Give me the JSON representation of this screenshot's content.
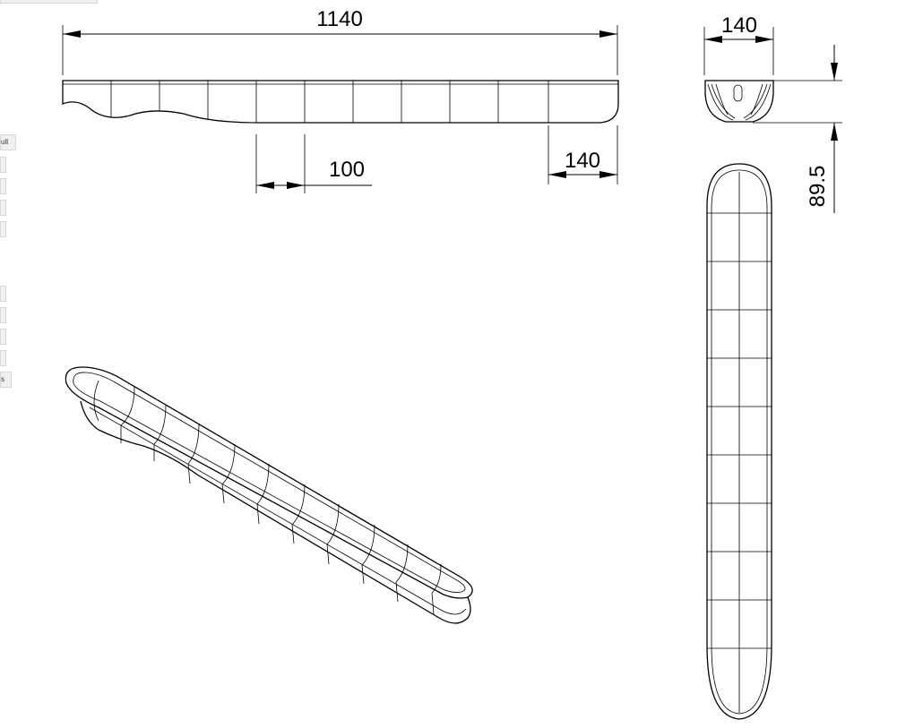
{
  "dimensions": {
    "overall_length": "1140",
    "section_spacing": "100",
    "end_section": "140",
    "width": "140",
    "height": "89.5"
  },
  "left_edge_fragments": {
    "label_1": "ull",
    "label_2": "s"
  }
}
